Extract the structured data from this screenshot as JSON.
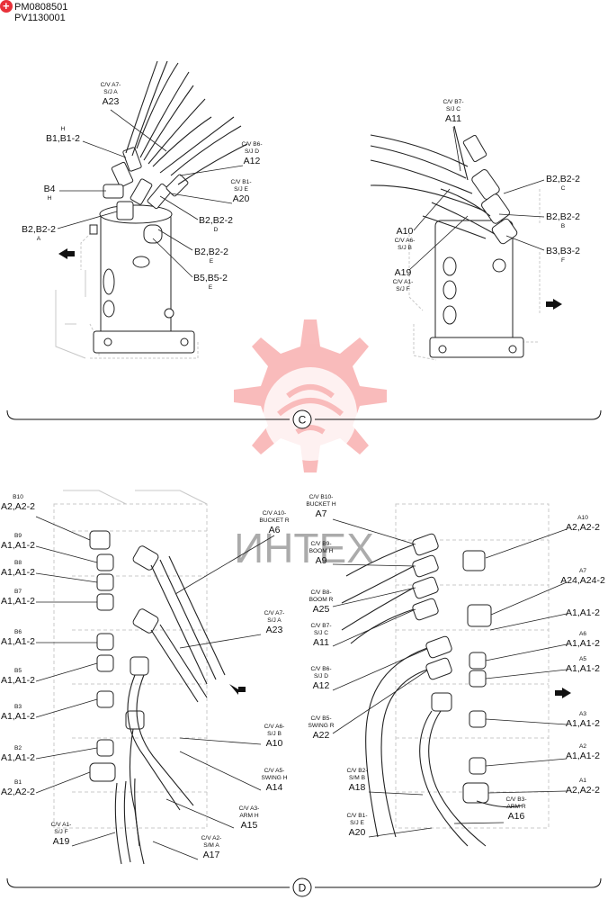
{
  "doc_codes": [
    "PM0808501",
    "PV1130001"
  ],
  "badge_color": "#e8313a",
  "watermark": {
    "text": "ИНТЕХ",
    "color": "#f26a6a"
  },
  "views": [
    {
      "letter": "C",
      "callouts": [
        {
          "id": "c-a23",
          "small": [
            "C/V A7-",
            "S/J A"
          ],
          "big": "A23"
        },
        {
          "id": "c-b1",
          "small": [
            "H"
          ],
          "big": "B1,B1-2",
          "below": false
        },
        {
          "id": "c-a12",
          "small": [
            "C/V B6-",
            "S/J D"
          ],
          "big": "A12"
        },
        {
          "id": "c-a20",
          "small": [
            "C/V B1-",
            "S/J E"
          ],
          "big": "A20"
        },
        {
          "id": "c-b4",
          "small": [
            "H"
          ],
          "big": "B4",
          "below": true
        },
        {
          "id": "c-b2a",
          "small": [
            "A"
          ],
          "big": "B2,B2-2",
          "below": true
        },
        {
          "id": "c-b2d",
          "small": [
            "D"
          ],
          "big": "B2,B2-2",
          "below": true
        },
        {
          "id": "c-b2e",
          "small": [
            "E"
          ],
          "big": "B2,B2-2",
          "below": true
        },
        {
          "id": "c-b5",
          "small": [
            "E"
          ],
          "big": "B5,B5-2",
          "below": true
        },
        {
          "id": "c-a11",
          "small": [
            "C/V B7-",
            "S/J C"
          ],
          "big": "A11"
        },
        {
          "id": "c-b2c",
          "small": [
            "C"
          ],
          "big": "B2,B2-2",
          "below": true
        },
        {
          "id": "c-b2b",
          "small": [
            "B"
          ],
          "big": "B2,B2-2",
          "below": true
        },
        {
          "id": "c-b3",
          "small": [
            "F"
          ],
          "big": "B3,B3-2",
          "below": true
        },
        {
          "id": "c-a10",
          "small": [
            "C/V A6-",
            "S/J B"
          ],
          "big": "A10",
          "below": true
        },
        {
          "id": "c-a19",
          "small": [
            "C/V A1-",
            "S/J F"
          ],
          "big": "A19",
          "below": true
        }
      ]
    },
    {
      "letter": "D",
      "callouts": [
        {
          "id": "d-b10",
          "small": [
            "B10"
          ],
          "big": "A2,A2-2"
        },
        {
          "id": "d-b9",
          "small": [
            "B9"
          ],
          "big": "A1,A1-2"
        },
        {
          "id": "d-b8",
          "small": [
            "B8"
          ],
          "big": "A1,A1-2"
        },
        {
          "id": "d-b7",
          "small": [
            "B7"
          ],
          "big": "A1,A1-2"
        },
        {
          "id": "d-b6",
          "small": [
            "B6"
          ],
          "big": "A1,A1-2"
        },
        {
          "id": "d-b5",
          "small": [
            "B5"
          ],
          "big": "A1,A1-2"
        },
        {
          "id": "d-b3",
          "small": [
            "B3"
          ],
          "big": "A1,A1-2"
        },
        {
          "id": "d-b2",
          "small": [
            "B2"
          ],
          "big": "A1,A1-2"
        },
        {
          "id": "d-b1",
          "small": [
            "B1"
          ],
          "big": "A2,A2-2"
        },
        {
          "id": "d-a19",
          "small": [
            "C/V A1-",
            "S/J F"
          ],
          "big": "A19"
        },
        {
          "id": "d-a6",
          "small": [
            "C/V A10-",
            "BUCKET R"
          ],
          "big": "A6"
        },
        {
          "id": "d-a23",
          "small": [
            "C/V A7-",
            "S/J  A"
          ],
          "big": "A23"
        },
        {
          "id": "d-a10",
          "small": [
            "C/V A6-",
            "S/J  B"
          ],
          "big": "A10"
        },
        {
          "id": "d-a14",
          "small": [
            "C/V A5-",
            "SWING H"
          ],
          "big": "A14"
        },
        {
          "id": "d-a15",
          "small": [
            "C/V A3-",
            "ARM H"
          ],
          "big": "A15"
        },
        {
          "id": "d-a17",
          "small": [
            "C/V A2-",
            "S/M A"
          ],
          "big": "A17"
        },
        {
          "id": "d-a7",
          "small": [
            "C/V B10-",
            "BUCKET H"
          ],
          "big": "A7"
        },
        {
          "id": "d-a9",
          "small": [
            "C/V B9-",
            "BOOM H"
          ],
          "big": "A9"
        },
        {
          "id": "d-a25",
          "small": [
            "C/V B8-",
            "BOOM R"
          ],
          "big": "A25"
        },
        {
          "id": "d-a11",
          "small": [
            "C/V B7-",
            "S/J C"
          ],
          "big": "A11"
        },
        {
          "id": "d-a12",
          "small": [
            "C/V B6-",
            "S/J D"
          ],
          "big": "A12"
        },
        {
          "id": "d-a22",
          "small": [
            "C/V B5-",
            "SWING R"
          ],
          "big": "A22"
        },
        {
          "id": "d-a18",
          "small": [
            "C/V B2-",
            "S/M B"
          ],
          "big": "A18"
        },
        {
          "id": "d-a20",
          "small": [
            "C/V B1-",
            "S/J E"
          ],
          "big": "A20"
        },
        {
          "id": "d-a10r",
          "small": [
            "A10"
          ],
          "big": "A2,A2-2"
        },
        {
          "id": "d-a7r",
          "small": [
            "A7"
          ],
          "big": "A24,A24-2"
        },
        {
          "id": "d-a1x",
          "small": [],
          "big": "A1,A1-2"
        },
        {
          "id": "d-a6r",
          "small": [
            "A6"
          ],
          "big": "A1,A1-2"
        },
        {
          "id": "d-a5r",
          "small": [
            "A5"
          ],
          "big": "A1,A1-2"
        },
        {
          "id": "d-a3r",
          "small": [
            "A3"
          ],
          "big": "A1,A1-2"
        },
        {
          "id": "d-a2r",
          "small": [
            "A2"
          ],
          "big": "A1,A1-2"
        },
        {
          "id": "d-a1r",
          "small": [
            "A1"
          ],
          "big": "A2,A2-2"
        },
        {
          "id": "d-a16",
          "small": [
            "C/V B3-",
            "ARM R"
          ],
          "big": "A16"
        }
      ]
    }
  ]
}
